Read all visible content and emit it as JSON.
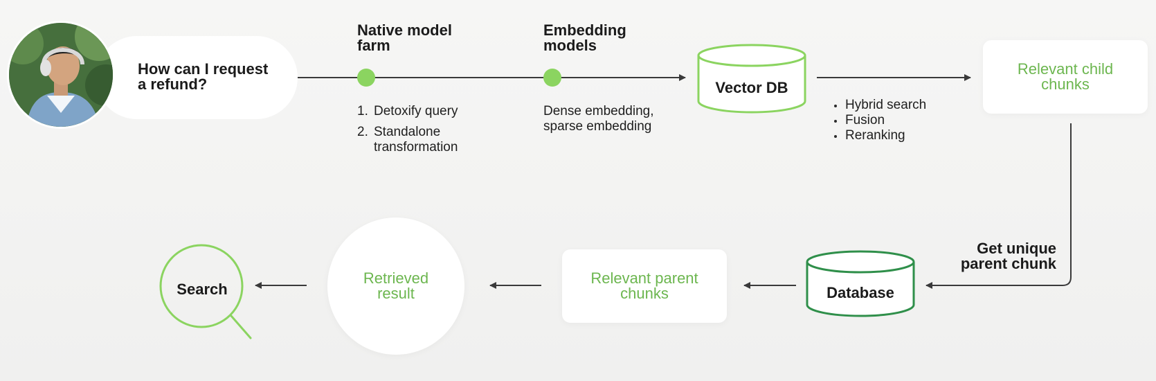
{
  "user": {
    "question": "How can I request\na refund?"
  },
  "pipeline": {
    "model_farm": {
      "title": "Native model\nfarm",
      "steps": [
        {
          "num": "1.",
          "text": "Detoxify query"
        },
        {
          "num": "2.",
          "text": "Standalone transformation"
        }
      ]
    },
    "embedding": {
      "title": "Embedding\nmodels",
      "note": "Dense embedding, sparse embedding"
    },
    "vector_db": {
      "label": "Vector DB",
      "bullets": [
        "Hybrid search",
        "Fusion",
        "Reranking"
      ]
    },
    "child_chunks": {
      "label": "Relevant child\nchunks"
    },
    "get_parent": {
      "label": "Get unique\nparent chunk"
    },
    "database": {
      "label": "Database"
    },
    "parent_chunks": {
      "label": "Relevant parent\nchunks"
    },
    "retrieved": {
      "label": "Retrieved\nresult"
    },
    "search": {
      "label": "Search"
    }
  },
  "colors": {
    "accent_green": "#8bd460",
    "label_green": "#6cb64f",
    "arrow": "#3a3a3a",
    "background": "#f3f3f2"
  },
  "icons": [
    "user-photo",
    "search-icon",
    "database-cylinder-icon"
  ]
}
